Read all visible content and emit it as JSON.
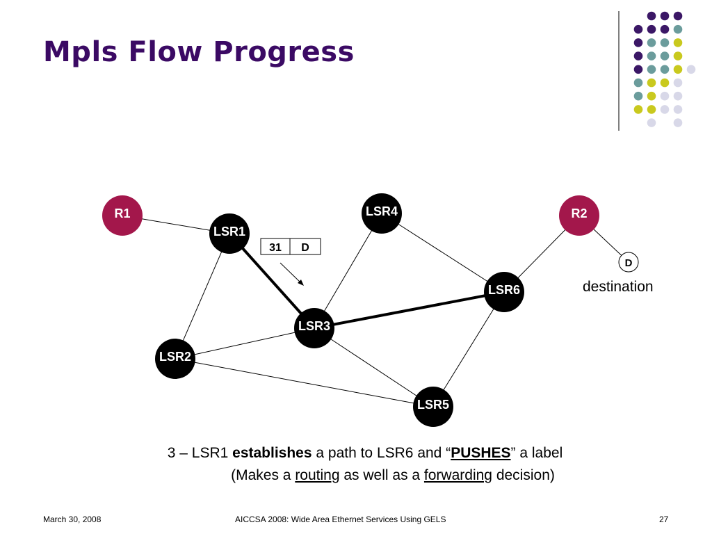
{
  "slide": {
    "title": "Mpls Flow Progress",
    "destination_label": "destination",
    "caption": {
      "line1": {
        "prefix": "3 – LSR1 ",
        "bold": "establishes",
        "middle": " a path to LSR6 and “",
        "bold_underlined": "PUSHES",
        "suffix": "” a label"
      },
      "line2": {
        "prefix": "(Makes a ",
        "u1": "routing",
        "middle": " as well as a ",
        "u2": "forwarding",
        "suffix": " decision)"
      }
    },
    "footer": {
      "date": "March 30, 2008",
      "center": "AICCSA 2008: Wide Area Ethernet Services Using GELS",
      "page": "27"
    }
  },
  "colors": {
    "title": "#3b0a64",
    "router": "#a3174b",
    "lsr": "#000000",
    "dot_purple": "#3b1766",
    "dot_teal": "#6b9c9c",
    "dot_yellow": "#c9c91e",
    "dot_lavender": "#d8d8e8"
  },
  "diagram": {
    "nodes": [
      {
        "id": "R1",
        "label": "R1",
        "kind": "router"
      },
      {
        "id": "R2",
        "label": "R2",
        "kind": "router"
      },
      {
        "id": "LSR1",
        "label": "LSR1",
        "kind": "lsr"
      },
      {
        "id": "LSR2",
        "label": "LSR2",
        "kind": "lsr"
      },
      {
        "id": "LSR3",
        "label": "LSR3",
        "kind": "lsr"
      },
      {
        "id": "LSR4",
        "label": "LSR4",
        "kind": "lsr"
      },
      {
        "id": "LSR5",
        "label": "LSR5",
        "kind": "lsr"
      },
      {
        "id": "LSR6",
        "label": "LSR6",
        "kind": "lsr"
      },
      {
        "id": "D",
        "label": "D",
        "kind": "destination"
      }
    ],
    "edges": [
      {
        "from": "R1",
        "to": "LSR1",
        "bold": false
      },
      {
        "from": "LSR1",
        "to": "LSR2",
        "bold": false
      },
      {
        "from": "LSR1",
        "to": "LSR3",
        "bold": true
      },
      {
        "from": "LSR2",
        "to": "LSR3",
        "bold": false
      },
      {
        "from": "LSR2",
        "to": "LSR5",
        "bold": false
      },
      {
        "from": "LSR3",
        "to": "LSR4",
        "bold": false
      },
      {
        "from": "LSR3",
        "to": "LSR5",
        "bold": false
      },
      {
        "from": "LSR3",
        "to": "LSR6",
        "bold": true
      },
      {
        "from": "LSR4",
        "to": "LSR6",
        "bold": false
      },
      {
        "from": "LSR5",
        "to": "LSR6",
        "bold": false
      },
      {
        "from": "LSR6",
        "to": "R2",
        "bold": false
      },
      {
        "from": "R2",
        "to": "D",
        "bold": false
      }
    ],
    "packet": {
      "label": "31",
      "dest": "D"
    }
  }
}
